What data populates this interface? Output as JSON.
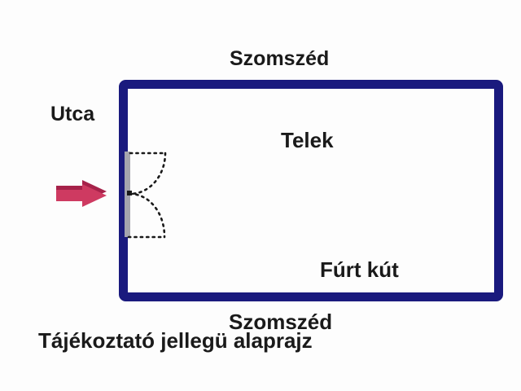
{
  "title": "Site plan sketch (telek alaprajz)",
  "labels": {
    "neighbor_top": "Szomszéd",
    "street": "Utca",
    "plot": "Telek",
    "well": "Fúrt kút",
    "neighbor_bottom": "Szomszéd",
    "disclaimer": "Tájékoztató jellegü alaprajz"
  },
  "colors": {
    "background": "#fdfdfd",
    "wall": "#1a1a7e",
    "text": "#1a1a1a",
    "gate_post": "#a5a5ae",
    "dash": "#1a1a1a",
    "arrow_dark": "#a6224a",
    "arrow_light": "#ce3a61"
  }
}
